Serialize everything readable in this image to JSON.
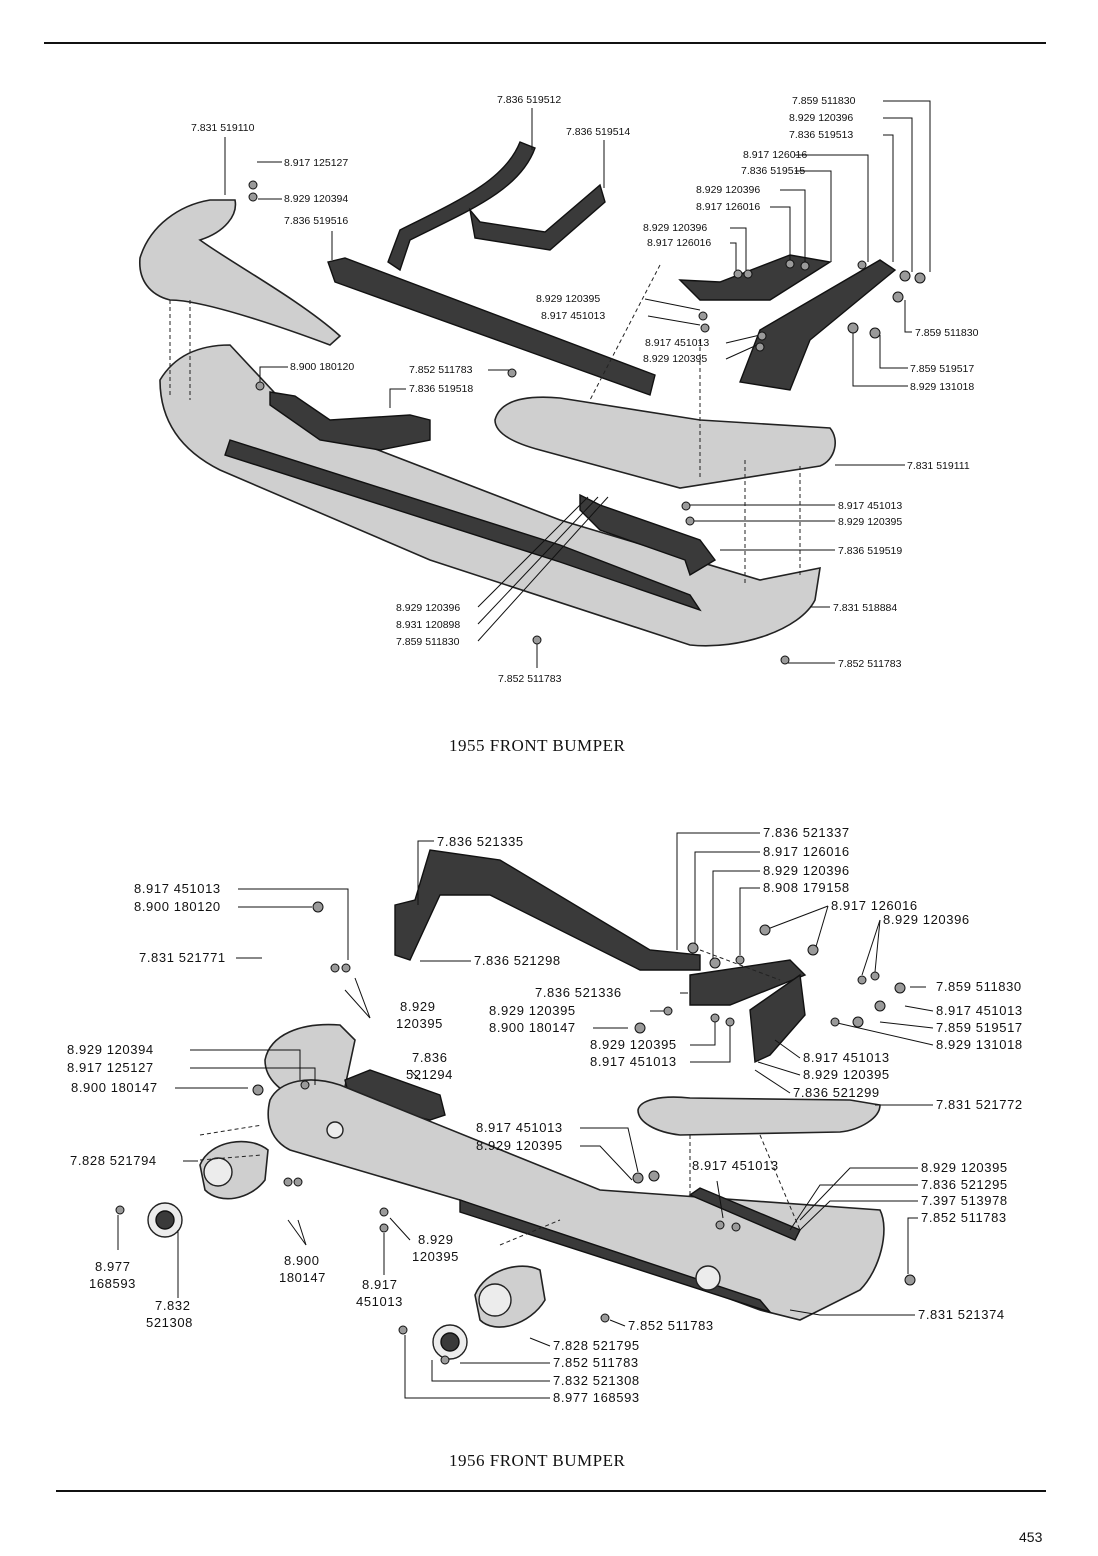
{
  "page_number": "453",
  "diagram_1955": {
    "caption": "1955 FRONT BUMPER",
    "labels": [
      "7.831 519110",
      "8.917 125127",
      "8.929 120394",
      "7.836 519516",
      "7.836 519512",
      "7.836 519514",
      "7.859 511830",
      "8.929 120396",
      "7.836 519513",
      "8.917 126016",
      "7.836 519515",
      "8.929 120396",
      "8.917 126016",
      "8.929 120396",
      "8.917 126016",
      "8.929 120395",
      "8.917 451013",
      "8.917 451013",
      "8.929 120395",
      "7.859 511830",
      "7.859 519517",
      "8.929 131018",
      "8.900 180120",
      "7.852 511783",
      "7.836 519518",
      "7.831 519111",
      "8.917 451013",
      "8.929 120395",
      "7.836 519519",
      "8.929 120396",
      "8.931 120898",
      "7.859 511830",
      "7.831 518884",
      "7.852 511783",
      "7.852 511783"
    ]
  },
  "diagram_1956": {
    "caption": "1956 FRONT BUMPER",
    "labels": [
      "7.836 521335",
      "7.836 521337",
      "8.917 126016",
      "8.929 120396",
      "8.908 179158",
      "8.917 126016",
      "8.929 120396",
      "8.917 451013",
      "8.900 180120",
      "7.831 521771",
      "7.836 521298",
      "7.836 521336",
      "8.929 120395",
      "8.900 180147",
      "7.859 511830",
      "8.917 451013",
      "7.859 519517",
      "8.929 131018",
      "8.929",
      "120395",
      "8.929 120395",
      "8.917 451013",
      "8.917 451013",
      "8.929 120395",
      "7.836 521299",
      "8.929 120394",
      "8.917 125127",
      "7.836",
      "521294",
      "8.900 180147",
      "7.831 521772",
      "8.917 451013",
      "8.929 120395",
      "7.828 521794",
      "8.917 451013",
      "8.929 120395",
      "7.836 521295",
      "7.397 513978",
      "7.852 511783",
      "8.977",
      "168593",
      "7.832",
      "521308",
      "8.900",
      "180147",
      "8.929",
      "120395",
      "8.917",
      "451013",
      "7.831 521374",
      "7.852 511783",
      "7.828 521795",
      "7.852 511783",
      "7.832 521308",
      "8.977 168593"
    ]
  }
}
